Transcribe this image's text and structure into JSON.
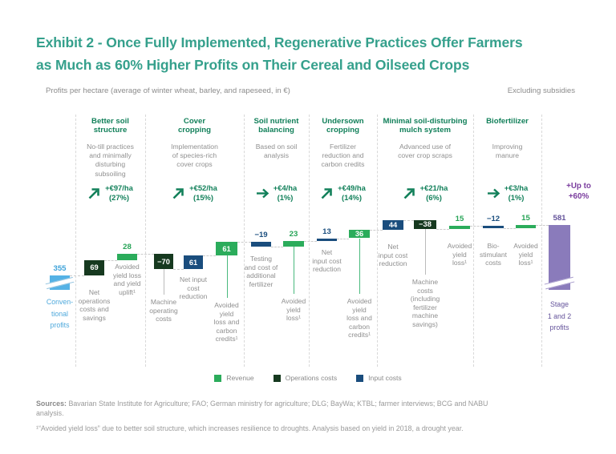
{
  "title": "Exhibit 2 - Once Fully Implemented, Regenerative Practices Offer Farmers\nas Much as 60% Higher Profits on Their Cereal and Oilseed Crops",
  "subtitle": "Profits per hectare (average of winter wheat, barley, and rapeseed, in €)",
  "note_right": "Excluding subsidies",
  "columns": [
    {
      "title": "Better soil\nstructure",
      "desc": "No-till practices\nand minimally\ndisturbing\nsubsoiling",
      "arrow": "up",
      "gain": "+€97/ha",
      "pct": "(27%)"
    },
    {
      "title": "Cover\ncropping",
      "desc": "Implementation\nof species-rich\ncover crops",
      "arrow": "up",
      "gain": "+€52/ha",
      "pct": "(15%)"
    },
    {
      "title": "Soil nutrient\nbalancing",
      "desc": "Based on soil\nanalysis",
      "arrow": "right",
      "gain": "+€4/ha",
      "pct": "(1%)"
    },
    {
      "title": "Undersown\ncropping",
      "desc": "Fertilizer\nreduction and\ncarbon credits",
      "arrow": "up",
      "gain": "+€49/ha",
      "pct": "(14%)"
    },
    {
      "title": "Minimal soil-disturbing\nmulch system",
      "desc": "Advanced use of\ncover crop scraps",
      "arrow": "up",
      "gain": "+€21/ha",
      "pct": "(6%)"
    },
    {
      "title": "Biofertilizer",
      "desc": "Improving\nmanure",
      "arrow": "right",
      "gain": "+€3/ha",
      "pct": "(1%)"
    }
  ],
  "uplift": {
    "label": "+Up to\n+60%"
  },
  "chart_data": {
    "type": "waterfall",
    "unit": "€ per hectare",
    "baseline": 355,
    "final": 581,
    "axis_break": true,
    "bars": [
      {
        "name": "conventional-profits",
        "label": "355",
        "value": 355,
        "kind": "total",
        "role": "conventional",
        "label_pos": "above",
        "sublabel": "Conven-\ntional\nprofits"
      },
      {
        "name": "net-operations-costs-savings",
        "label": "69",
        "value": 69,
        "kind": "delta",
        "role": "operations",
        "label_pos": "inside",
        "sublabel": "Net\noperations\ncosts and\nsavings"
      },
      {
        "name": "avoided-yield-loss-and-uplift",
        "label": "28",
        "value": 28,
        "kind": "delta",
        "role": "revenue",
        "label_pos": "above",
        "sublabel": "Avoided\nyield loss\nand yield\nuplift¹"
      },
      {
        "name": "machine-operating-costs",
        "label": "−70",
        "value": -70,
        "kind": "delta",
        "role": "operations",
        "label_pos": "inside",
        "sublabel": "Machine\noperating\ncosts"
      },
      {
        "name": "net-input-cost-reduction-1",
        "label": "61",
        "value": 61,
        "kind": "delta",
        "role": "input",
        "label_pos": "inside",
        "sublabel": "Net input\ncost\nreduction"
      },
      {
        "name": "avoided-yield-loss-carbon-credits-1",
        "label": "61",
        "value": 61,
        "kind": "delta",
        "role": "revenue",
        "label_pos": "inside",
        "sublabel": "Avoided\nyield\nloss and\ncarbon\ncredits¹"
      },
      {
        "name": "testing-cost-additional-fertilizer",
        "label": "−19",
        "value": -19,
        "kind": "delta",
        "role": "input",
        "label_pos": "above",
        "sublabel": "Testing\nand cost of\nadditional\nfertilizer"
      },
      {
        "name": "avoided-yield-loss-1",
        "label": "23",
        "value": 23,
        "kind": "delta",
        "role": "revenue",
        "label_pos": "above",
        "sublabel": "Avoided\nyield\nloss¹"
      },
      {
        "name": "net-input-cost-reduction-2",
        "label": "13",
        "value": 13,
        "kind": "delta",
        "role": "input",
        "label_pos": "above",
        "sublabel": "Net\ninput cost\nreduction"
      },
      {
        "name": "avoided-yield-loss-carbon-credits-2",
        "label": "36",
        "value": 36,
        "kind": "delta",
        "role": "revenue",
        "label_pos": "inside",
        "sublabel": "Avoided\nyield\nloss and\ncarbon\ncredits¹"
      },
      {
        "name": "net-input-cost-reduction-3",
        "label": "44",
        "value": 44,
        "kind": "delta",
        "role": "input",
        "label_pos": "inside",
        "sublabel": "Net\ninput cost\nreduction"
      },
      {
        "name": "machine-costs-incl-fertilizer-savings",
        "label": "−38",
        "value": -38,
        "kind": "delta",
        "role": "operations",
        "label_pos": "inside",
        "sublabel": "Machine\ncosts\n(including\nfertilizer\nmachine\nsavings)"
      },
      {
        "name": "avoided-yield-loss-2",
        "label": "15",
        "value": 15,
        "kind": "delta",
        "role": "revenue",
        "label_pos": "above",
        "sublabel": "Avoided\nyield\nloss¹"
      },
      {
        "name": "biostimulant-costs",
        "label": "−12",
        "value": -12,
        "kind": "delta",
        "role": "input",
        "label_pos": "above",
        "sublabel": "Bio-\nstimulant\ncosts"
      },
      {
        "name": "avoided-yield-loss-3",
        "label": "15",
        "value": 15,
        "kind": "delta",
        "role": "revenue",
        "label_pos": "above",
        "sublabel": "Avoided\nyield\nloss¹"
      },
      {
        "name": "stage-1-and-2-profits",
        "label": "581",
        "value": 581,
        "kind": "total",
        "role": "stage",
        "label_pos": "above",
        "sublabel": "Stage\n1 and 2\nprofits"
      }
    ]
  },
  "colors": {
    "revenue": "#2BAC5B",
    "operations": "#16391F",
    "input": "#1A4D7D",
    "conventional": "#55B2E5",
    "stage": "#8A7BBB",
    "accent_green": "#12805A",
    "purple_text": "#7A3D9E",
    "label_revenue": "#27A457",
    "label_input": "#1B4F7F",
    "label_operations": "#16391F",
    "label_conventional": "#3FA3DA",
    "label_stage": "#65549B",
    "break_conventional": "#8FC2DF",
    "break_stage": "#A79BCC",
    "conn_green": "#49B97D",
    "conn_gray": "#bbbbbb"
  },
  "legend": [
    {
      "label": "Revenue",
      "role": "revenue"
    },
    {
      "label": "Operations costs",
      "role": "operations"
    },
    {
      "label": "Input costs",
      "role": "input"
    }
  ],
  "footer": {
    "sources_label": "Sources:",
    "sources_text": " Bavarian State Institute for Agriculture; FAO; German ministry for agriculture; DLG; BayWa; KTBL; farmer interviews; BCG and NABU\nanalysis.",
    "footnote": "¹“Avoided yield loss” due to better soil structure, which increases resilience to droughts. Analysis based on yield in 2018, a drought year."
  }
}
